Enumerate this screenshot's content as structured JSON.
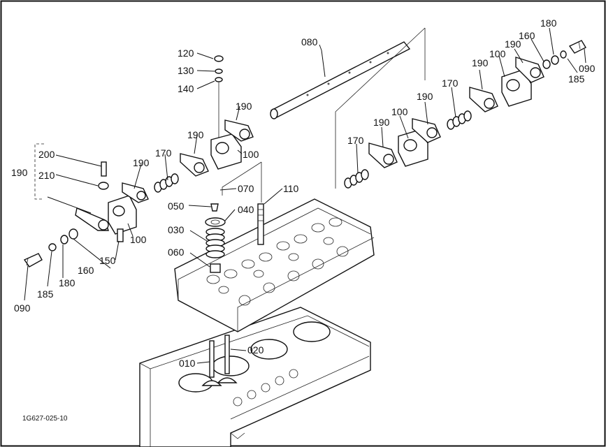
{
  "reference_code": "1G627-025-10",
  "callouts": [
    {
      "id": "c-080",
      "text": "080"
    },
    {
      "id": "c-120",
      "text": "120"
    },
    {
      "id": "c-130",
      "text": "130"
    },
    {
      "id": "c-140",
      "text": "140"
    },
    {
      "id": "c-190-a",
      "text": "190"
    },
    {
      "id": "c-190-b",
      "text": "190"
    },
    {
      "id": "c-190-c",
      "text": "190"
    },
    {
      "id": "c-190-d",
      "text": "190"
    },
    {
      "id": "c-190-e",
      "text": "190"
    },
    {
      "id": "c-190-f",
      "text": "190"
    },
    {
      "id": "c-190-g",
      "text": "190"
    },
    {
      "id": "c-190-h",
      "text": "190"
    },
    {
      "id": "c-100-a",
      "text": "100"
    },
    {
      "id": "c-100-b",
      "text": "100"
    },
    {
      "id": "c-100-c",
      "text": "100"
    },
    {
      "id": "c-100-d",
      "text": "100"
    },
    {
      "id": "c-170-a",
      "text": "170"
    },
    {
      "id": "c-170-b",
      "text": "170"
    },
    {
      "id": "c-170-c",
      "text": "170"
    },
    {
      "id": "c-160-a",
      "text": "160"
    },
    {
      "id": "c-160-b",
      "text": "160"
    },
    {
      "id": "c-180-a",
      "text": "180"
    },
    {
      "id": "c-180-b",
      "text": "180"
    },
    {
      "id": "c-185-a",
      "text": "185"
    },
    {
      "id": "c-185-b",
      "text": "185"
    },
    {
      "id": "c-090-a",
      "text": "090"
    },
    {
      "id": "c-090-b",
      "text": "090"
    },
    {
      "id": "c-200",
      "text": "200"
    },
    {
      "id": "c-210",
      "text": "210"
    },
    {
      "id": "c-150",
      "text": "150"
    },
    {
      "id": "c-070",
      "text": "070"
    },
    {
      "id": "c-050",
      "text": "050"
    },
    {
      "id": "c-040",
      "text": "040"
    },
    {
      "id": "c-110",
      "text": "110"
    },
    {
      "id": "c-030",
      "text": "030"
    },
    {
      "id": "c-060",
      "text": "060"
    },
    {
      "id": "c-010",
      "text": "010"
    },
    {
      "id": "c-020",
      "text": "020"
    }
  ]
}
